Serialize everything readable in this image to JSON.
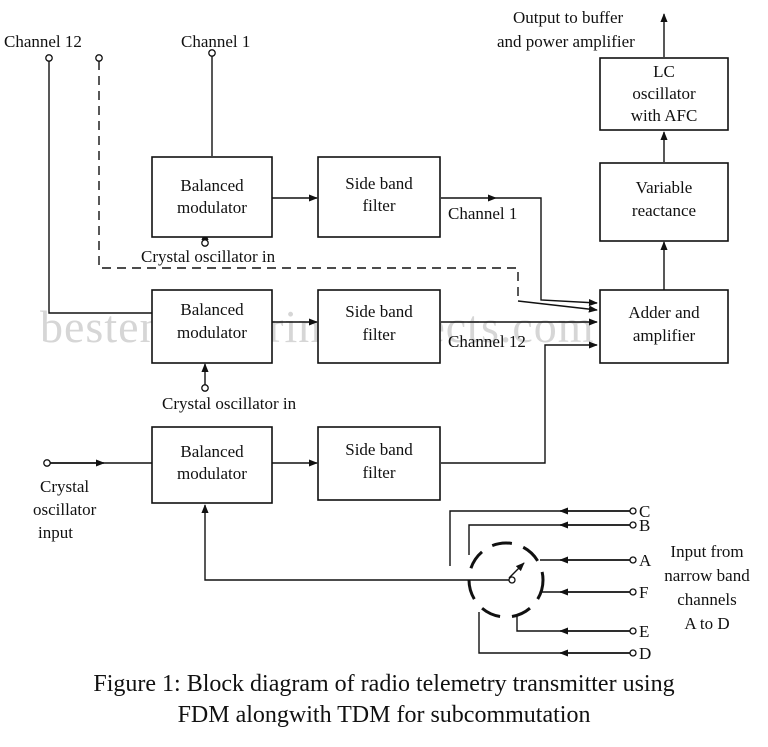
{
  "watermark": "bestengineeringprojects.com",
  "labels": {
    "channel12_input": "Channel 12",
    "channel1_input": "Channel 1",
    "output_line1": "Output to buffer",
    "output_line2": "and power amplifier",
    "crystal_osc_in_1": "Crystal oscillator in",
    "crystal_osc_in_2": "Crystal oscillator in",
    "channel1_out": "Channel 1",
    "channel12_out": "Channel 12",
    "crystal_input_line1": "Crystal",
    "crystal_input_line2": "oscillator",
    "crystal_input_line3": "input",
    "input_from_line1": "Input from",
    "input_from_line2": "narrow band",
    "input_from_line3": "channels",
    "input_from_line4": "A to D"
  },
  "blocks": {
    "bm1": [
      "Balanced",
      "modulator"
    ],
    "sbf1": [
      "Side band",
      "filter"
    ],
    "bm2": [
      "Balanced",
      "modulator"
    ],
    "sbf2": [
      "Side band",
      "filter"
    ],
    "bm3": [
      "Balanced",
      "modulator"
    ],
    "sbf3": [
      "Side band",
      "filter"
    ],
    "lc": [
      "LC",
      "oscillator",
      "with AFC"
    ],
    "vr": [
      "Variable",
      "reactance"
    ],
    "adder": [
      "Adder and",
      "amplifier"
    ]
  },
  "commutator_inputs": [
    "C",
    "B",
    "A",
    "F",
    "E",
    "D"
  ],
  "caption": {
    "line1": "Figure 1: Block diagram of radio telemetry transmitter using",
    "line2": "FDM alongwith TDM for subcommutation"
  }
}
